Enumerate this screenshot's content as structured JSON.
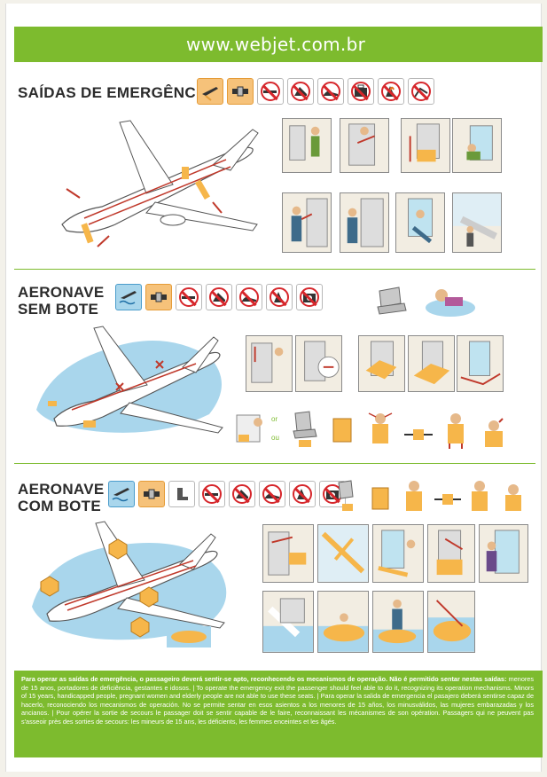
{
  "header": {
    "url": "www.webjet.com.br"
  },
  "sections": {
    "exits": {
      "title": "SAÍDAS DE EMERGÊNCIA"
    },
    "no_raft": {
      "title_line1": "AERONAVE",
      "title_line2": "SEM BOTE"
    },
    "raft": {
      "title_line1": "AERONAVE",
      "title_line2": "COM BOTE"
    }
  },
  "icons": {
    "exits": [
      "plane-slide-icon",
      "seatbelt-icon",
      "no-cigarette-icon",
      "no-high-heels-icon",
      "no-shoes-icon",
      "no-luggage-icon",
      "no-fire-icon",
      "no-bag-icon"
    ],
    "no_raft": [
      "plane-water-icon",
      "seatbelt-icon",
      "no-cigarette-icon",
      "no-high-heels-icon",
      "no-shoes-icon",
      "no-fire-icon",
      "no-camera-icon"
    ],
    "raft": [
      "plane-water-icon",
      "seatbelt-icon",
      "seat-icon",
      "no-cigarette-icon",
      "no-high-heels-icon",
      "no-shoes-icon",
      "no-fire-icon",
      "no-camera-icon"
    ]
  },
  "labels": {
    "or1": "or",
    "or2": "ou"
  },
  "footer": {
    "pt_bold": "Para operar as saídas de emergência, o passageiro deverá sentir-se apto, reconhecendo os mecanismos de operação. Não é permitido sentar nestas saídas:",
    "pt_rest": "menores de 15 anos, portadores de deficiência, gestantes e idosos.",
    "en": "| To operate the emergency exit the passenger should feel able to do it, recognizing its operation mechanisms. Minors of 15 years, handicapped people, pregnant women and elderly people are not able to use these seats.",
    "es": "| Para operar la salida de emergencia el pasajero deberá sentirse capaz de hacerlo, reconociendo los mecanismos de operación. No se permite sentar en esos asientos a los menores de 15 años, los minusválidos, las mujeres embarazadas y los ancianos.",
    "fr": "| Pour opérer la sortie de secours le passager doit se sentir capable de le faire, reconnaissant les mécanismes de son opération. Passagers qui ne peuvent pas s'asseoir près des sorties de secours: les mineurs de 15 ans, les déficients, les femmes enceintes et les âgés."
  },
  "colors": {
    "brand_green": "#7dbb2e",
    "slide_yellow": "#f6b64a",
    "water_blue": "#a9d6ec",
    "prohibit_red": "#d6262b"
  }
}
